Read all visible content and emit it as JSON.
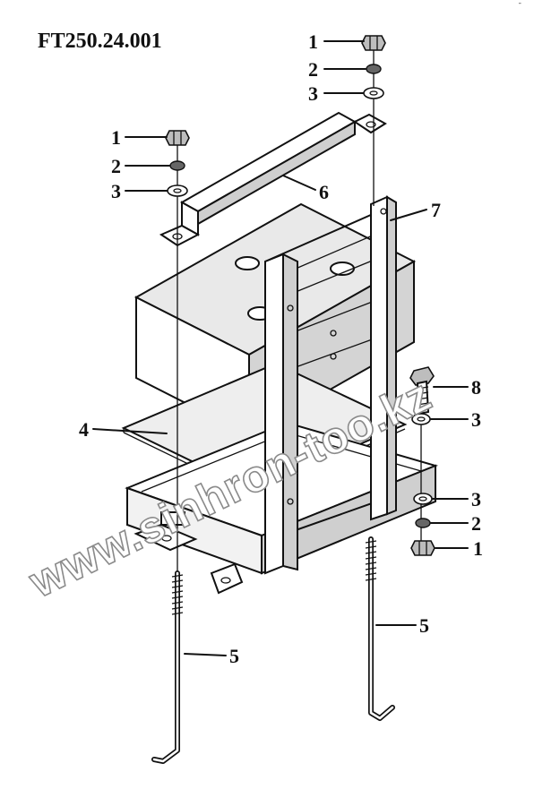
{
  "drawing": {
    "part_number": "FT250.24.001",
    "corner_mark": "ˉ",
    "watermark": "www.sinhron-too.kz"
  },
  "callouts": [
    {
      "number": "1"
    },
    {
      "number": "2"
    },
    {
      "number": "3"
    },
    {
      "number": "1"
    },
    {
      "number": "2"
    },
    {
      "number": "3"
    },
    {
      "number": "6"
    },
    {
      "number": "7"
    },
    {
      "number": "8"
    },
    {
      "number": "3"
    },
    {
      "number": "4"
    },
    {
      "number": "3"
    },
    {
      "number": "2"
    },
    {
      "number": "1"
    },
    {
      "number": "5"
    },
    {
      "number": "5"
    }
  ]
}
